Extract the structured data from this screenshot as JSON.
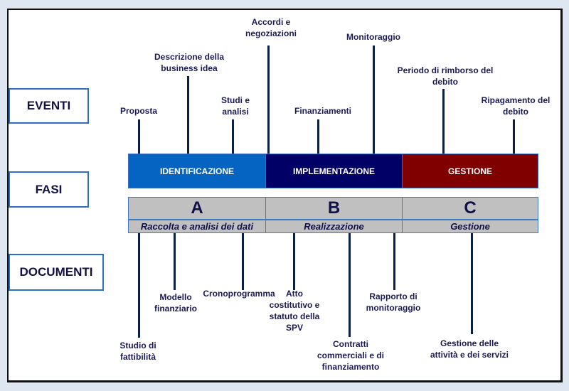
{
  "rows": {
    "events": "EVENTI",
    "phases": "FASI",
    "documents": "DOCUMENTI"
  },
  "phases": [
    {
      "label": "IDENTIFICAZIONE",
      "color": "#0563c1",
      "letter": "A",
      "subtitle": "Raccolta e analisi dei dati"
    },
    {
      "label": "IMPLEMENTAZIONE",
      "color": "#000066",
      "letter": "B",
      "subtitle": "Realizzazione"
    },
    {
      "label": "GESTIONE",
      "color": "#800000",
      "letter": "C",
      "subtitle": "Gestione"
    }
  ],
  "events": [
    {
      "line1": "Proposta",
      "line2": ""
    },
    {
      "line1": "Descrizione della",
      "line2": "business idea"
    },
    {
      "line1": "Studi e",
      "line2": "analisi"
    },
    {
      "line1": "Accordi e",
      "line2": "negoziazioni"
    },
    {
      "line1": "Finanziamenti",
      "line2": ""
    },
    {
      "line1": "Monitoraggio",
      "line2": ""
    },
    {
      "line1": "Periodo di rimborso del",
      "line2": "debito"
    },
    {
      "line1": "Ripagamento del",
      "line2": "debito"
    }
  ],
  "documents": [
    {
      "lines": [
        "Studio di",
        "fattibilità"
      ]
    },
    {
      "lines": [
        "Modello",
        "finanziario"
      ]
    },
    {
      "lines": [
        "Cronoprogramma"
      ]
    },
    {
      "lines": [
        "Atto",
        "costitutivo e",
        "statuto della",
        "SPV"
      ]
    },
    {
      "lines": [
        "Contratti",
        "commerciali e di",
        "finanziamento"
      ]
    },
    {
      "lines": [
        "Rapporto di",
        "monitoraggio"
      ]
    },
    {
      "lines": [
        "Gestione delle",
        "attività e dei servizi"
      ]
    }
  ],
  "colors": {
    "line": "#0b1f45",
    "text": "#1a1a55",
    "band_gray": "#c0c0c0",
    "background": "#dde6f1"
  }
}
